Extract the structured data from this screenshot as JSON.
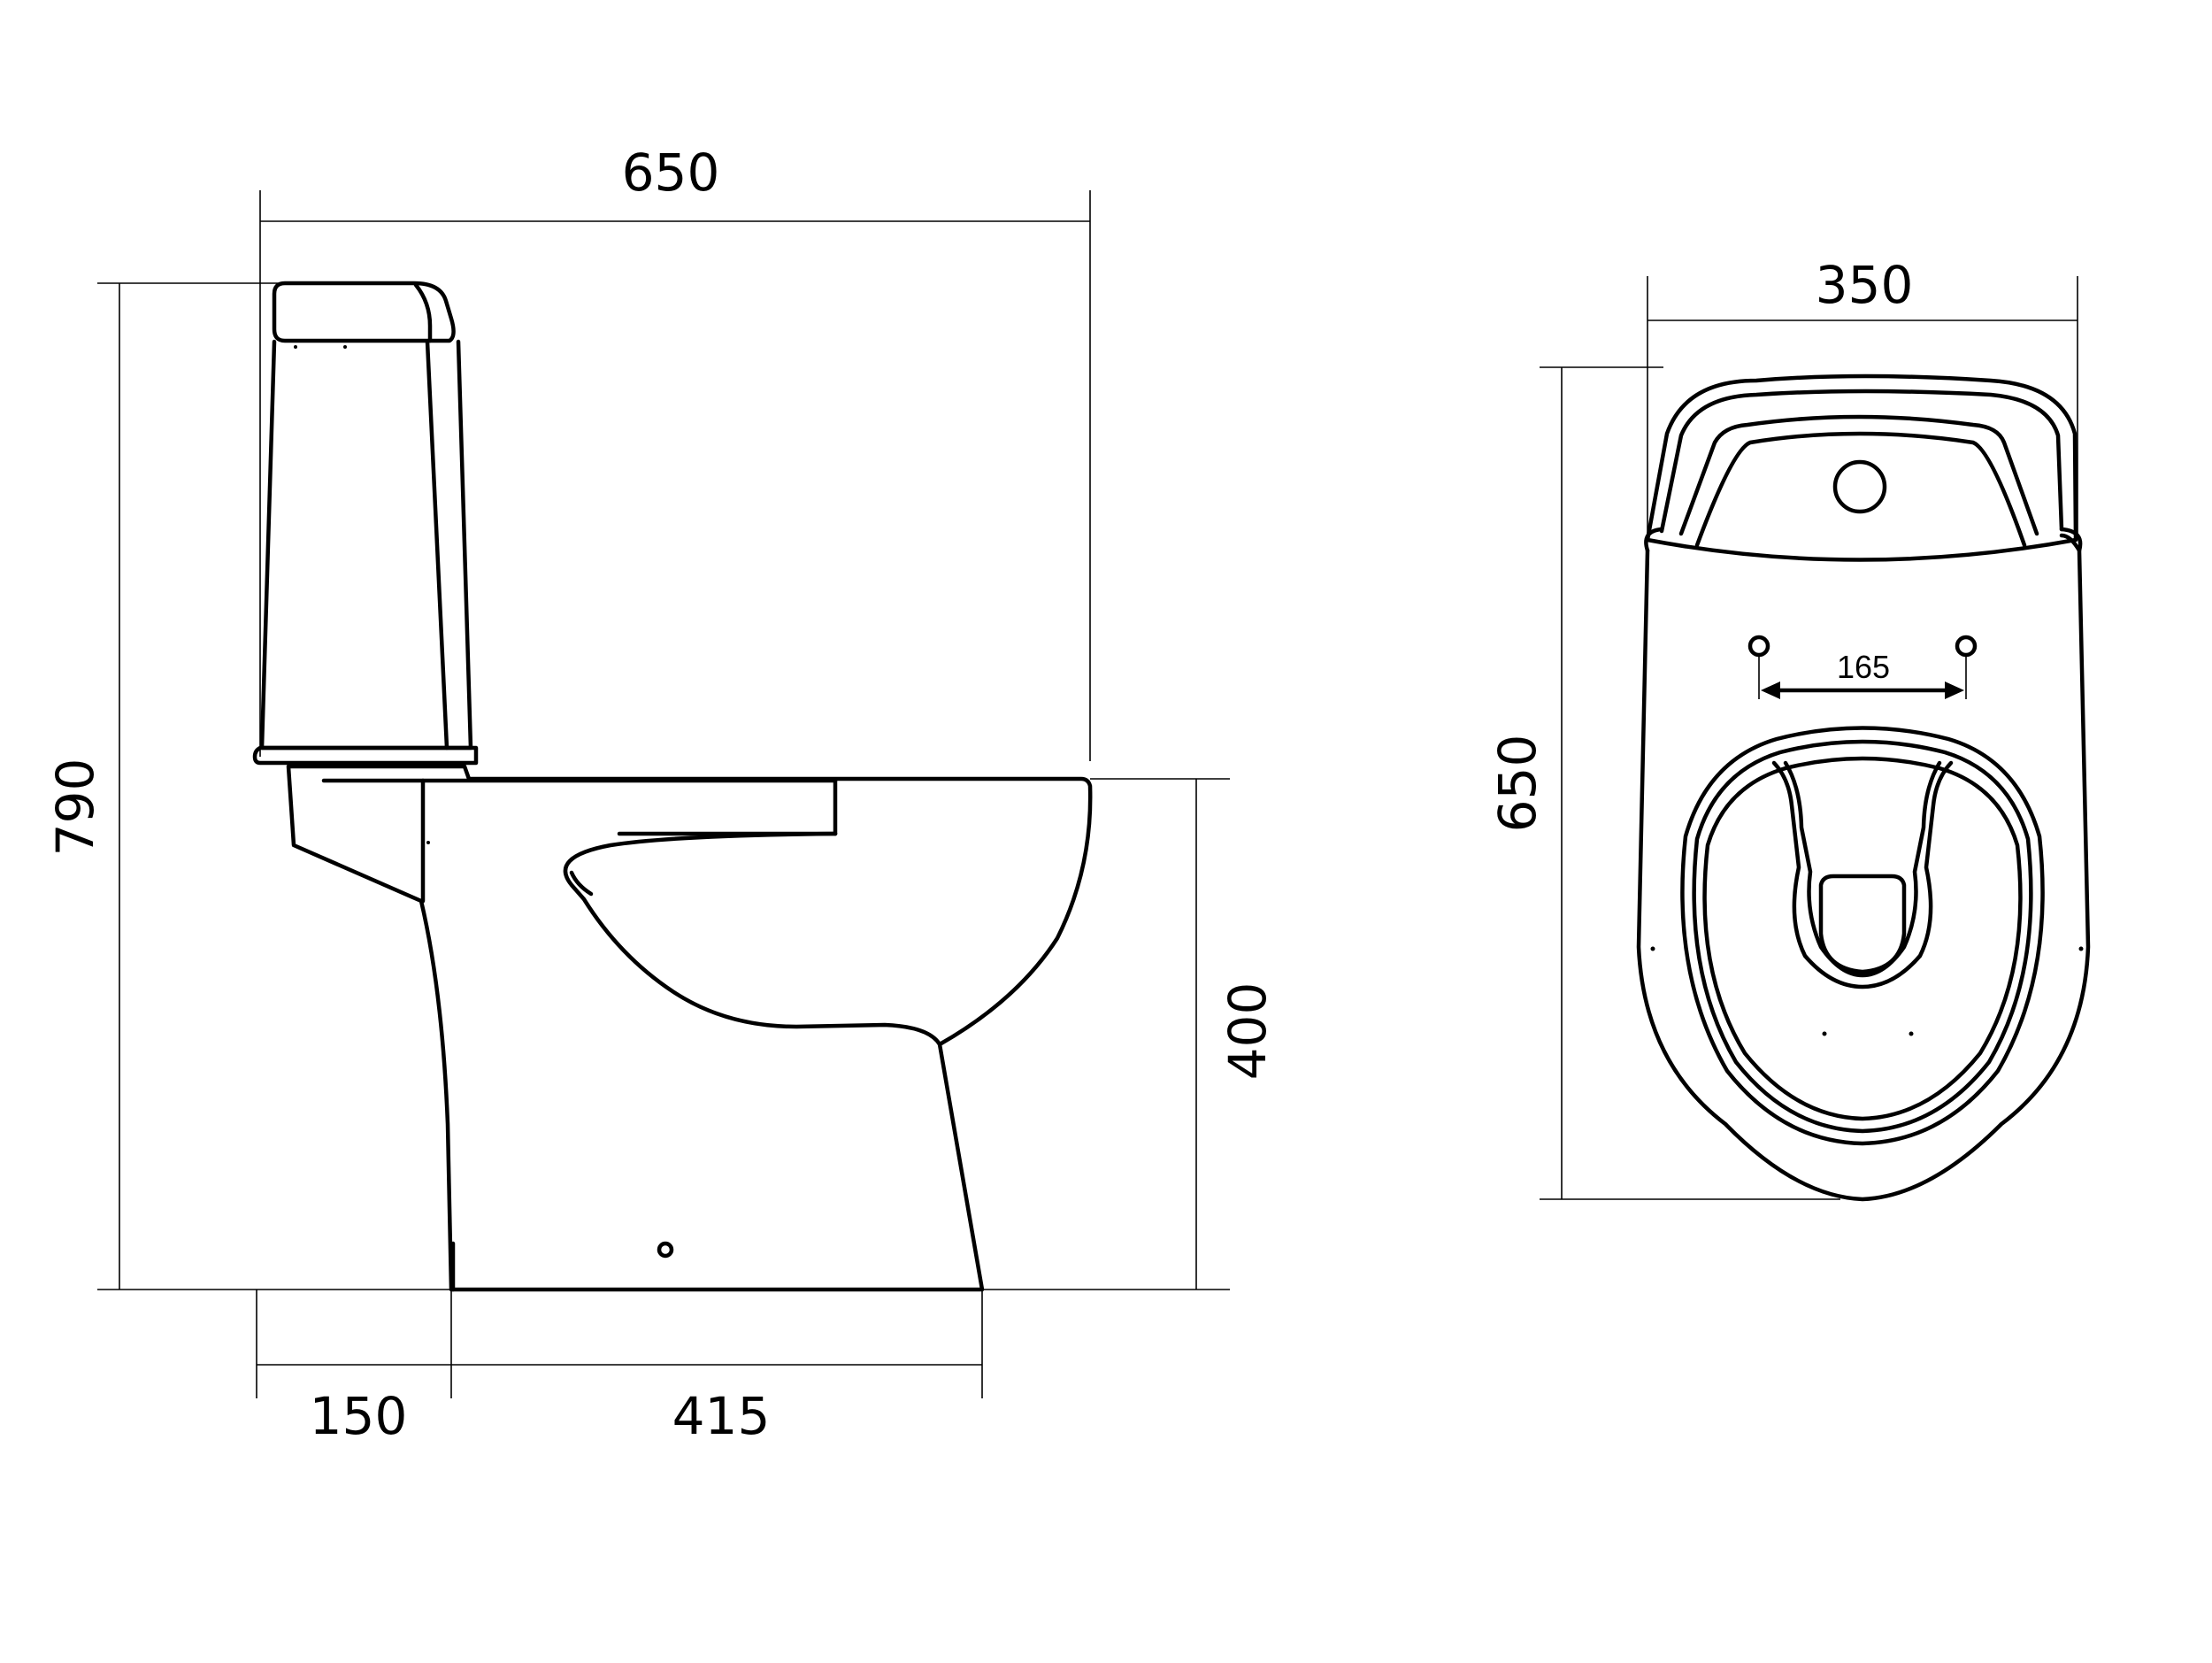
{
  "colors": {
    "line": "#000000",
    "background": "#ffffff"
  },
  "side_view": {
    "overall_length": "650",
    "overall_height": "790",
    "seat_height": "400",
    "wall_to_outlet": "150",
    "base_length": "415"
  },
  "top_view": {
    "width": "350",
    "depth": "650",
    "fixing_holes_spacing": "165"
  }
}
